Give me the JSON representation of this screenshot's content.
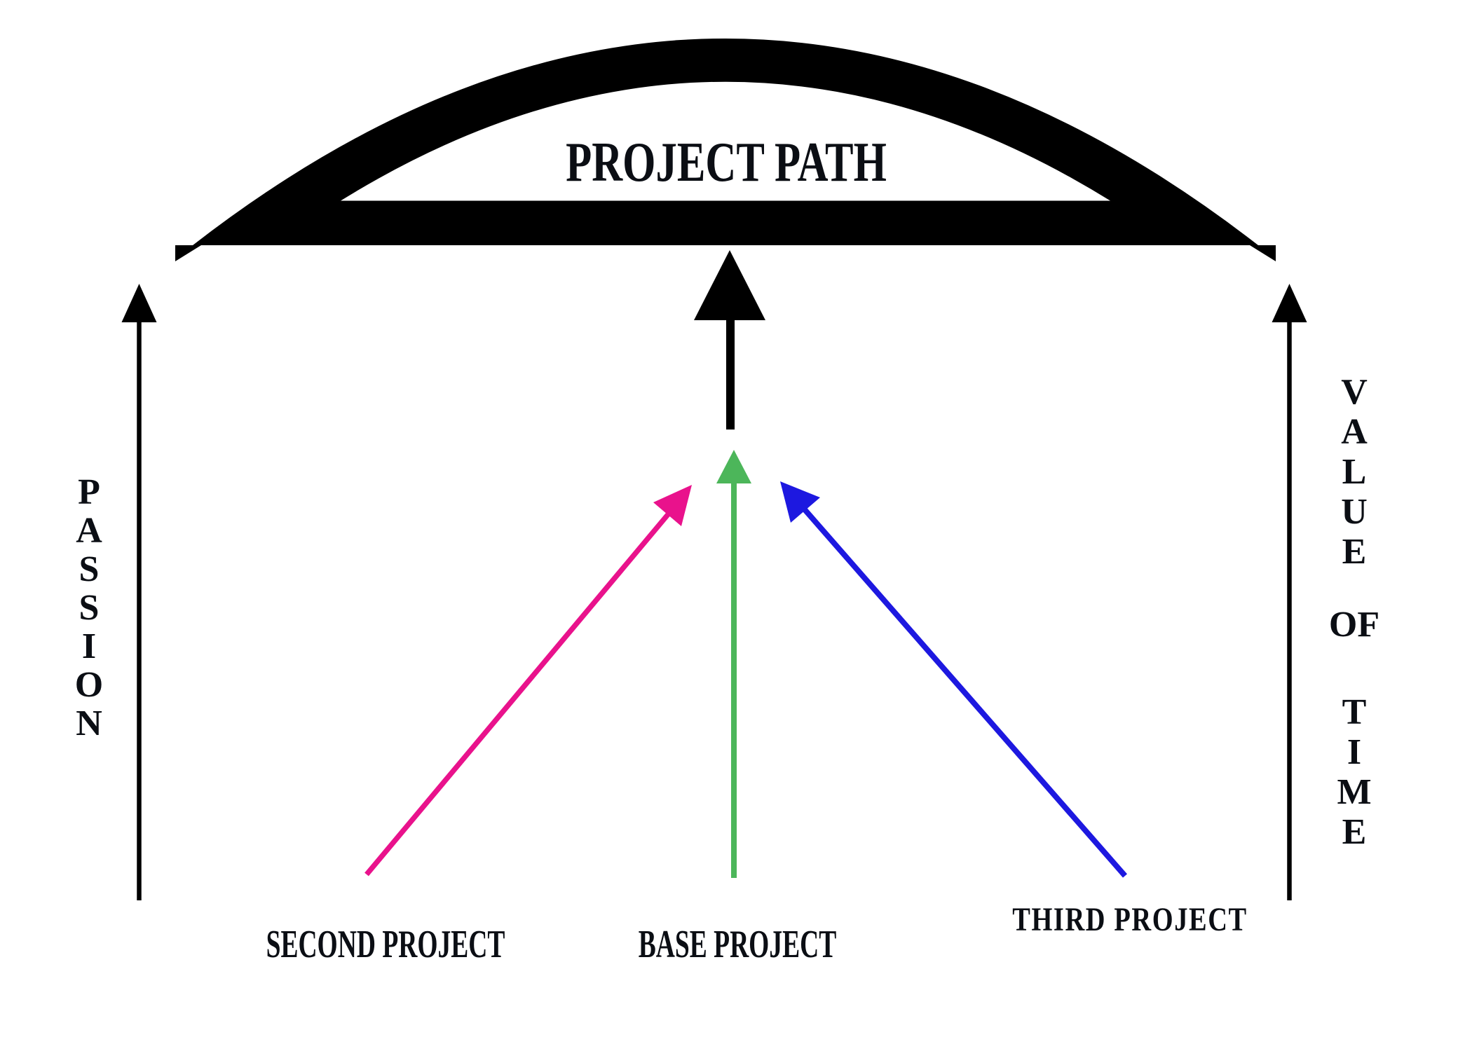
{
  "title": "PROJECT PATH",
  "axes": {
    "left": {
      "label": "PASSION",
      "letters": [
        "P",
        "A",
        "S",
        "S",
        "I",
        "O",
        "N"
      ]
    },
    "right": {
      "label": "VALUE OF TIME",
      "rows": [
        "V",
        "A",
        "L",
        "U",
        "E",
        "OF",
        "T",
        "I",
        "M",
        "E"
      ]
    }
  },
  "projects": [
    {
      "label": "SECOND PROJECT",
      "color": "#e9128c"
    },
    {
      "label": "BASE PROJECT",
      "color": "#4cb65a"
    },
    {
      "label": "THIRD PROJECT",
      "color": "#1d18e0"
    }
  ],
  "colors": {
    "shape_black": "#000000",
    "ink": "#0b0e14",
    "background": "#ffffff"
  }
}
